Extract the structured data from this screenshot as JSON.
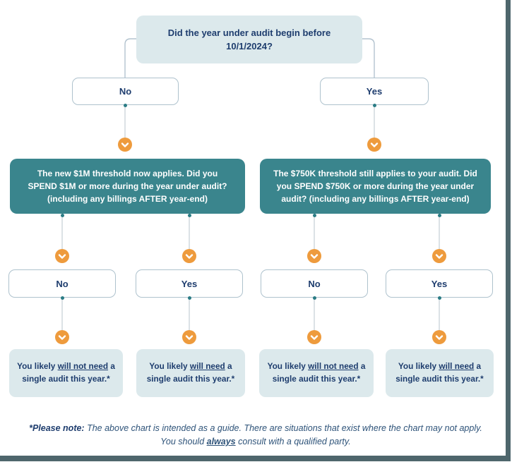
{
  "colors": {
    "navy_text": "#1e3d6e",
    "teal_box": "#3a858d",
    "light_blue_box": "#dce9ec",
    "orange_chevron": "#ee9b3d",
    "teal_dot": "#2b7c85",
    "edge_bar": "#4e666c"
  },
  "root": {
    "question": "Did the year under audit begin before 10/1/2024?"
  },
  "level1": {
    "no": "No",
    "yes": "Yes"
  },
  "thresholds": {
    "new_1m": "The new $1M threshold now applies. Did you SPEND $1M or more during the year under audit? (including any billings AFTER year-end)",
    "old_750k": "The $750K threshold still applies to your audit. Did you SPEND $750K or more during the year under audit? (including any billings AFTER year-end)"
  },
  "level2": {
    "labels": [
      "No",
      "Yes",
      "No",
      "Yes"
    ]
  },
  "outcomes": [
    {
      "prefix": "You likely ",
      "emphasis": "will not need",
      "suffix": " a single audit this year.*"
    },
    {
      "prefix": "You likely ",
      "emphasis": "will need",
      "suffix": " a single audit this year.*"
    },
    {
      "prefix": "You likely ",
      "emphasis": "will not need",
      "suffix": " a single audit this year.*"
    },
    {
      "prefix": "You likely ",
      "emphasis": "will need",
      "suffix": " a single audit this year.*"
    }
  ],
  "footnote": {
    "label": "*Please note:",
    "before": " The above chart is intended as a guide. There are situations that exist where the chart may not apply. You should ",
    "emphasis": "always",
    "after": " consult with a qualified party."
  }
}
